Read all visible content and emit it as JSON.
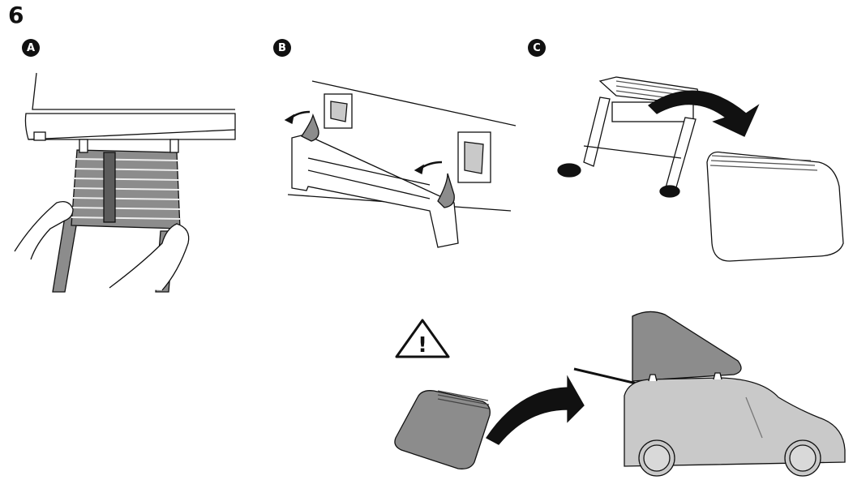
{
  "step": {
    "number": "6"
  },
  "panels": [
    {
      "label": "A",
      "icon": "hands-folding-ladder-icon"
    },
    {
      "label": "B",
      "icon": "ladder-hooks-into-brackets-icon"
    },
    {
      "label": "C",
      "icon": "fold-ladder-into-cover-icon"
    }
  ],
  "warning": {
    "icon": "warning-triangle-icon",
    "symbol": "!",
    "illustration": "stow-covered-ladder-in-car-icon"
  },
  "colors": {
    "line": "#111111",
    "fill_gray": "#8c8c8c",
    "light_gray": "#c9c9c9"
  }
}
